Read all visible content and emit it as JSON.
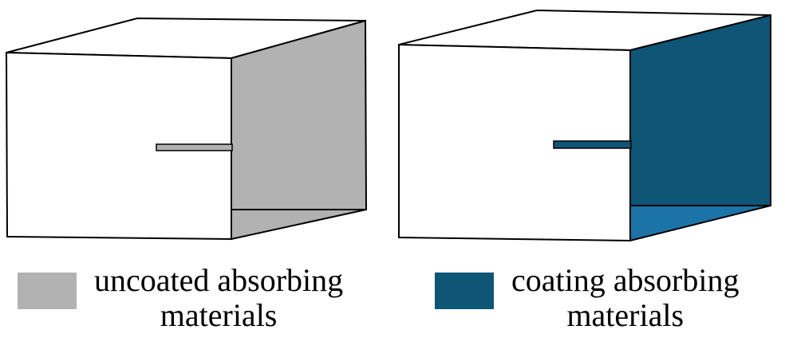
{
  "colors": {
    "uncoated": "#b2b2b2",
    "coating_side": "#0f5575",
    "coating_floor": "#1b73a8",
    "outline": "#000000",
    "face": "#ffffff"
  },
  "legend": {
    "uncoated": {
      "line1": "uncoated absorbing",
      "line2": "materials"
    },
    "coating": {
      "line1": "coating absorbing",
      "line2": "materials"
    }
  }
}
